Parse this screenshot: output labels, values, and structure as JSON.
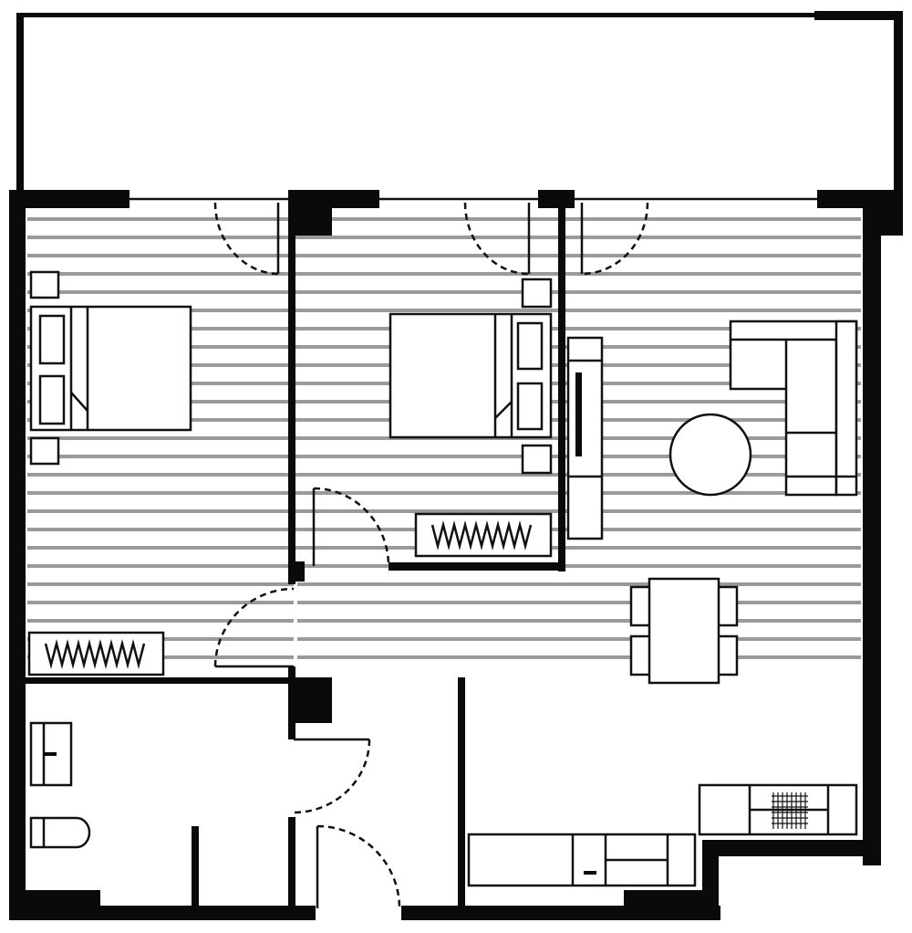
{
  "floor_plan": {
    "rooms": [
      "balcony",
      "bedroom-1",
      "bedroom-2",
      "living-room",
      "dining-area",
      "kitchen",
      "bathroom",
      "hallway"
    ],
    "colors": {
      "wall": "#0a0a0a",
      "floor_hatch": "#9a9a9a",
      "background": "#ffffff"
    },
    "icons": [
      "door-swing-icon",
      "bed-icon",
      "wardrobe-icon",
      "sofa-icon",
      "round-table-icon",
      "dining-table-icon",
      "tv-unit-icon",
      "sink-icon",
      "toilet-icon",
      "stove-icon"
    ]
  }
}
